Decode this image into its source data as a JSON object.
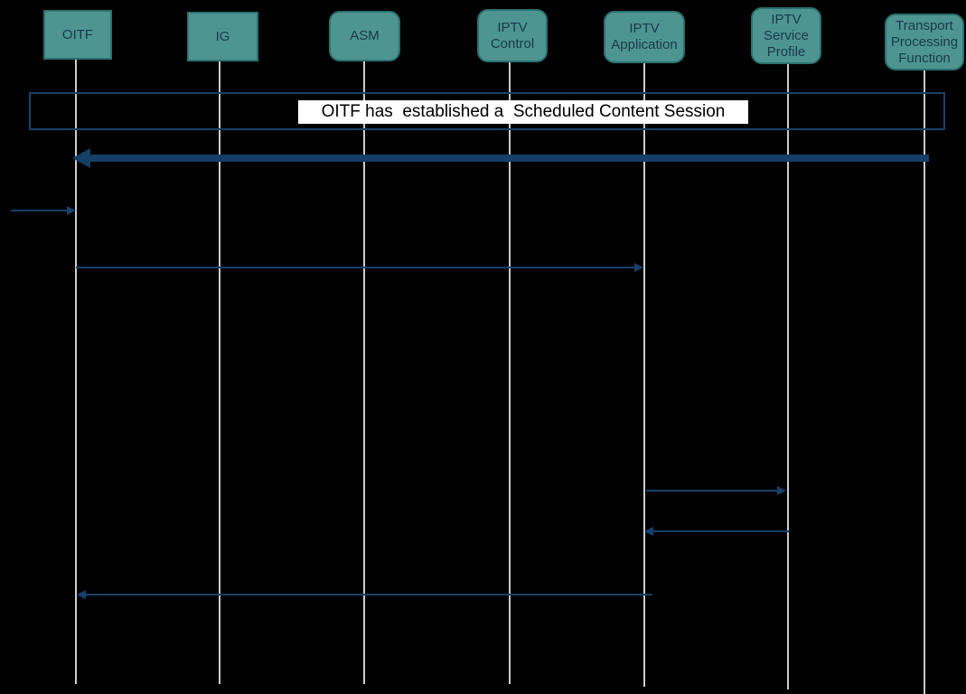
{
  "diagram": {
    "type": "sequence-diagram",
    "background_color": "#000000",
    "banner": {
      "text": "OITF has  established a  Scheduled Content Session",
      "bg_color": "#FFFFFF",
      "text_color": "#000000"
    },
    "frame": {
      "border_color": "#17416B",
      "note": "empty frame band spanning all lifelines behind the banner"
    },
    "actors": [
      {
        "name": "oitf",
        "label": "OITF",
        "shape": "rect"
      },
      {
        "name": "ig",
        "label": "IG",
        "shape": "rect"
      },
      {
        "name": "asm",
        "label": "ASM",
        "shape": "rounded"
      },
      {
        "name": "iptv-control",
        "label": "IPTV\nControl",
        "shape": "rounded"
      },
      {
        "name": "iptv-application",
        "label": "IPTV\nApplication",
        "shape": "rounded"
      },
      {
        "name": "iptv-service-profile",
        "label": "IPTV\nService\nProfile",
        "shape": "rounded"
      },
      {
        "name": "transport-processing-function",
        "label": "Transport\nProcessing\nFunction",
        "shape": "rounded"
      }
    ],
    "messages": [
      {
        "index": 1,
        "from": "transport-processing-function",
        "to": "oitf",
        "direction": "left",
        "style": "thick",
        "label_visible": ""
      },
      {
        "index": 2,
        "from": "offscreen-left",
        "to": "oitf",
        "direction": "right",
        "style": "thin",
        "label_visible": ""
      },
      {
        "index": 3,
        "from": "oitf",
        "to": "iptv-application",
        "direction": "right",
        "style": "thin",
        "label_visible": ""
      },
      {
        "index": 4,
        "from": "iptv-application",
        "to": "iptv-service-profile",
        "direction": "right",
        "style": "thin",
        "label_visible": ""
      },
      {
        "index": 5,
        "from": "iptv-service-profile",
        "to": "iptv-application",
        "direction": "left",
        "style": "thin",
        "label_visible": ""
      },
      {
        "index": 6,
        "from": "iptv-application",
        "to": "oitf",
        "direction": "left",
        "style": "thin",
        "label_visible": ""
      }
    ],
    "colors": {
      "actor_fill": "#4E9592",
      "actor_border": "#2B7170",
      "actor_text": "#17394B",
      "lifeline": "#CCCCCC",
      "arrow_thin": "#15416B",
      "arrow_thick": "#143F66",
      "frame_border": "#17416B",
      "banner_bg": "#FFFFFF",
      "banner_text": "#000000",
      "background": "#000000"
    }
  }
}
